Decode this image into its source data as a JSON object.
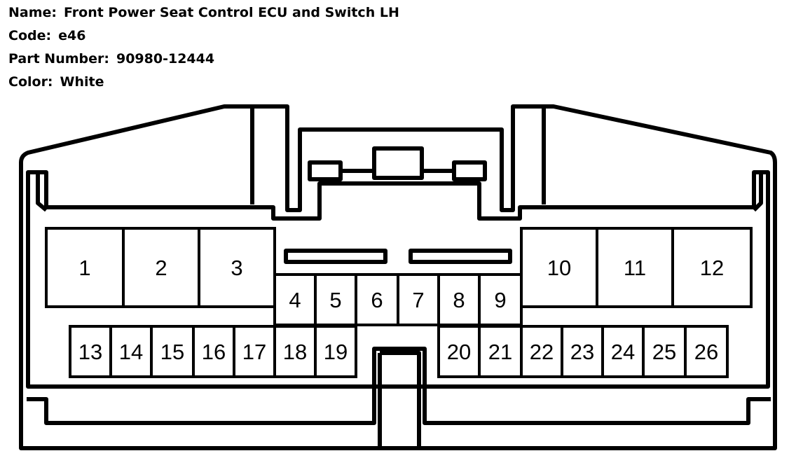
{
  "info": {
    "name_label": "Name:",
    "name_value": "Front Power Seat Control ECU and Switch LH",
    "code_label": "Code:",
    "code_value": "e46",
    "part_label": "Part Number:",
    "part_value": "90980-12444",
    "color_label": "Color:",
    "color_value": "White"
  },
  "pins": [
    "1",
    "2",
    "3",
    "4",
    "5",
    "6",
    "7",
    "8",
    "9",
    "10",
    "11",
    "12",
    "13",
    "14",
    "15",
    "16",
    "17",
    "18",
    "19",
    "20",
    "21",
    "22",
    "23",
    "24",
    "25",
    "26"
  ],
  "colors": {
    "stroke": "#000000",
    "background": "#ffffff"
  }
}
